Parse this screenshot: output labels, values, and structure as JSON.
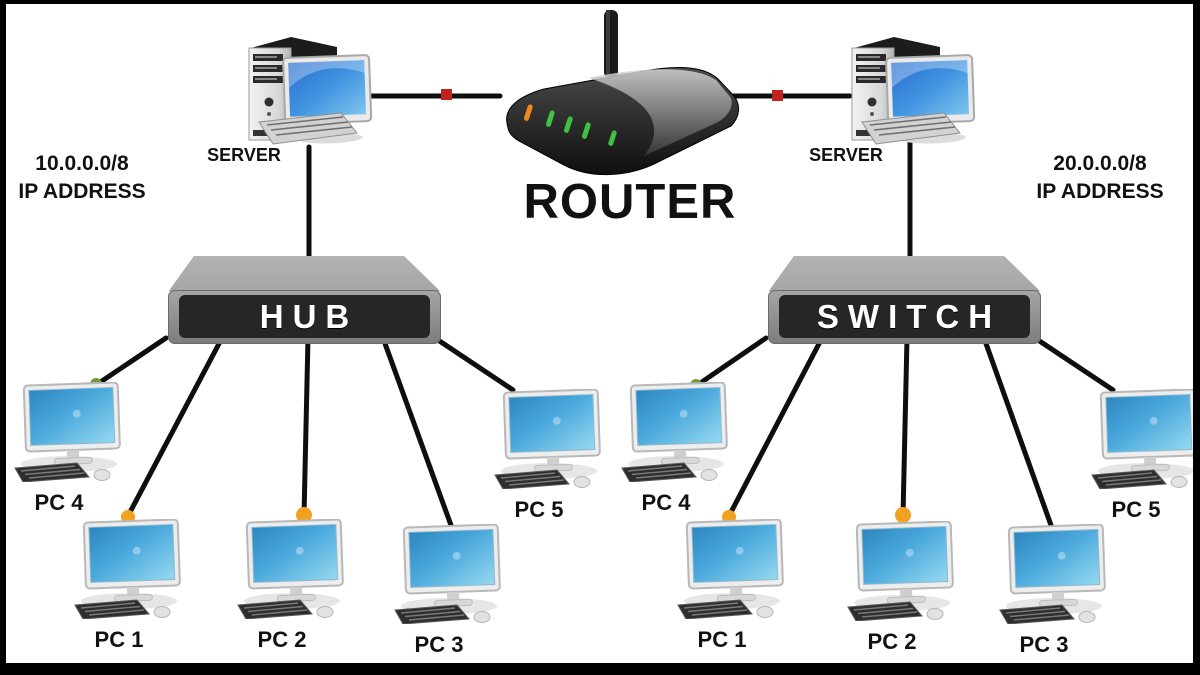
{
  "router": {
    "label": "ROUTER"
  },
  "left_network": {
    "ip": "10.0.0.0/8",
    "ip_caption": "IP ADDRESS",
    "server_label": "SERVER",
    "device_label": "HUB",
    "pcs": [
      "PC 4",
      "PC 1",
      "PC 2",
      "PC 3",
      "PC 5"
    ]
  },
  "right_network": {
    "ip": "20.0.0.0/8",
    "ip_caption": "IP ADDRESS",
    "server_label": "SERVER",
    "device_label": "SWITCH",
    "pcs": [
      "PC 4",
      "PC 1",
      "PC 2",
      "PC 3",
      "PC 5"
    ]
  },
  "icons": {
    "router": "wireless-router-with-antenna-and-leds",
    "server": "desktop-tower-with-monitor-and-keyboard",
    "pc": "desktop-monitor-with-keyboard-and-mouse",
    "hub": "gray-network-box",
    "switch": "gray-network-box"
  },
  "colors": {
    "bg": "#ffffff",
    "frame": "#000000",
    "cable": "#0e0e0e",
    "text": "#111111",
    "connector_red": "#c0231b",
    "connector_orange": "#f3a120",
    "connector_green": "#6f9c3a",
    "device_gray": "#8f8f8f",
    "panel_dark": "#262626",
    "panel_text": "#ffffff",
    "screen_blue": "#3da0d6"
  }
}
